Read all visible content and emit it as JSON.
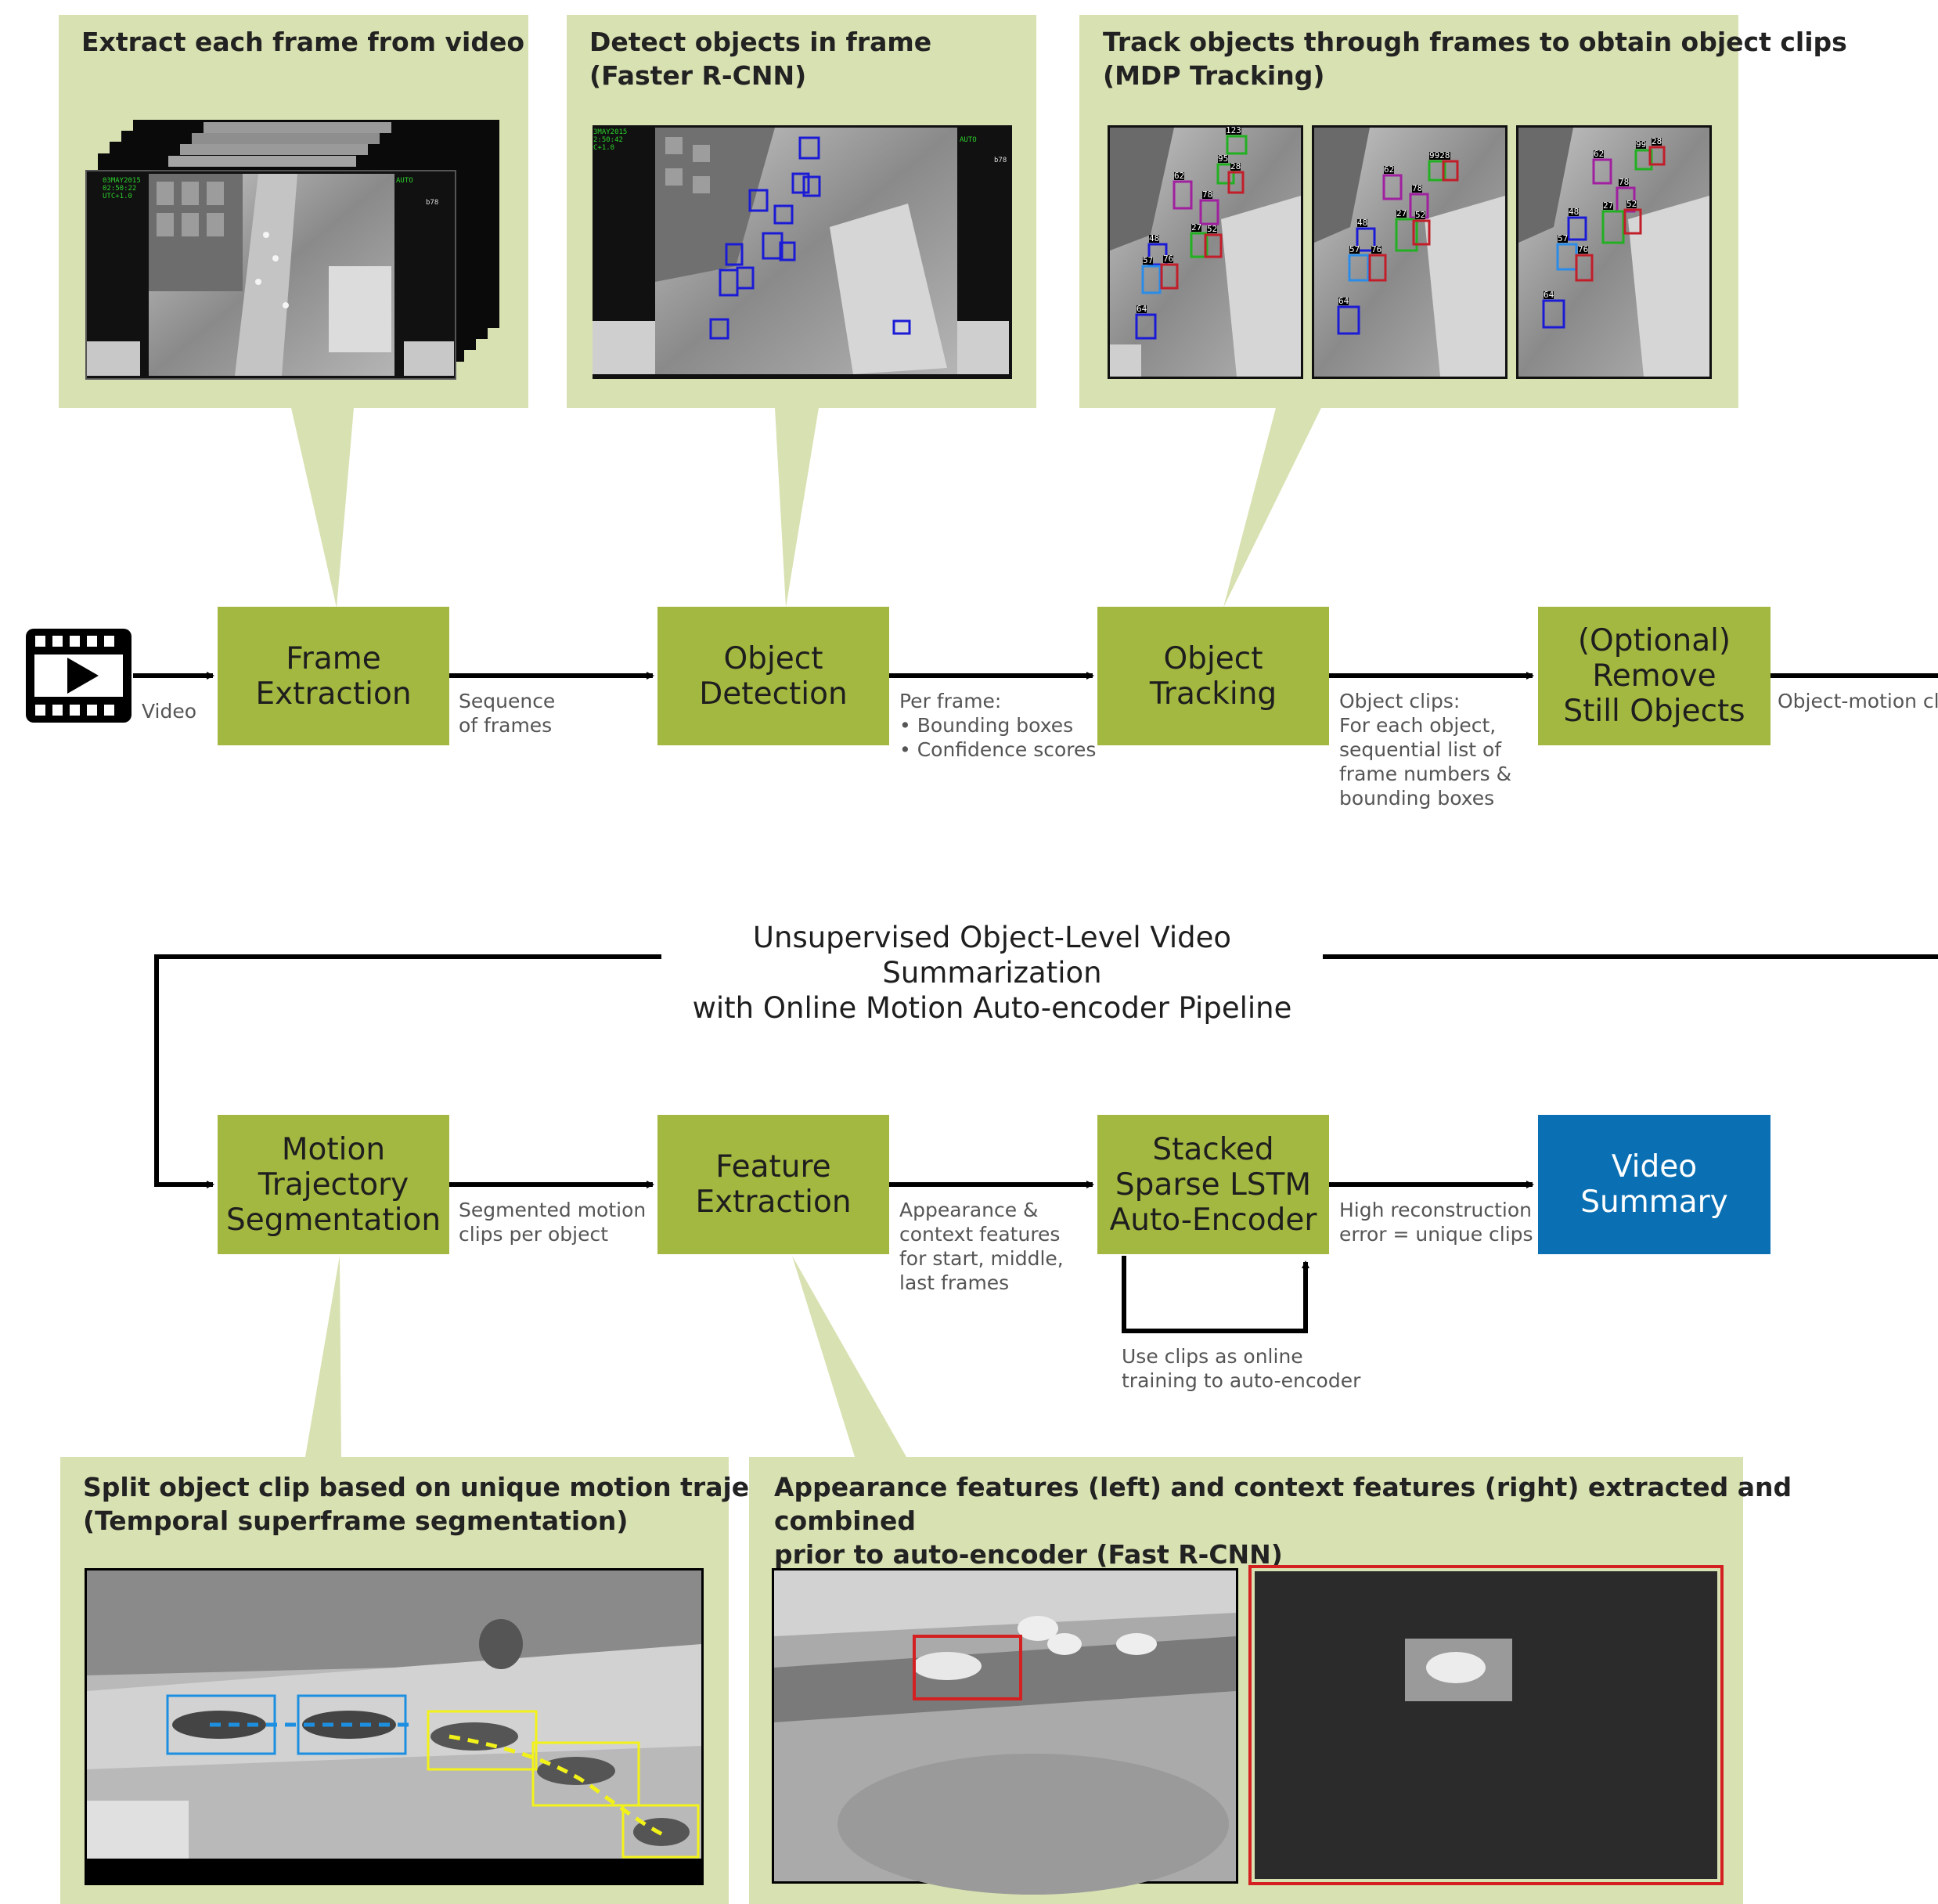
{
  "panels": {
    "extract": {
      "title": "Extract each frame from video"
    },
    "detect": {
      "title": "Detect objects in frame\n(Faster R-CNN)"
    },
    "track": {
      "title": "Track objects through frames to obtain object clips\n(MDP Tracking)"
    },
    "split": {
      "title": "Split object clip based on unique motion trajectories\n(Temporal superframe segmentation)"
    },
    "appearance": {
      "title": "Appearance features (left) and context features (right) extracted and combined\nprior to auto-encoder (Fast R-CNN)"
    }
  },
  "boxes": {
    "frame_extraction": "Frame\nExtraction",
    "object_detection": "Object\nDetection",
    "object_tracking": "Object\nTracking",
    "remove_still": "(Optional)\nRemove\nStill Objects",
    "motion_traj": "Motion\nTrajectory\nSegmentation",
    "feature_extraction": "Feature\nExtraction",
    "lstm": "Stacked\nSparse LSTM\nAuto-Encoder",
    "video_summary": "Video\nSummary"
  },
  "annotations": {
    "video": "Video",
    "seq_frames": "Sequence\nof frames",
    "per_frame": "Per frame:\n• Bounding boxes\n• Confidence scores",
    "object_clips": "Object clips:\nFor each object,\nsequential list of\nframe numbers &\nbounding boxes",
    "object_motion": "Object-motion clip",
    "segmented": "Segmented motion\nclips per object",
    "appearance_ctx": "Appearance &\ncontext features\nfor start, middle,\nlast frames",
    "high_recon": "High reconstruction\nerror = unique clips",
    "online_training": "Use clips as online\ntraining to auto-encoder"
  },
  "pipeline_title": "Unsupervised Object-Level Video Summarization\nwith Online Motion Auto-encoder Pipeline",
  "overlay": {
    "date_a": "03MAY2015",
    "date_b": "3MAY2015",
    "time": "02:50:22",
    "time_b": "2:50:42",
    "utc": "UTC+1.0",
    "utc_b": "C+1.0",
    "auto": "AUTO",
    "code": "b78"
  },
  "track_ids": {
    "frame1": [
      "123",
      "95",
      "28",
      "62",
      "78",
      "27",
      "52",
      "48",
      "57",
      "76",
      "64"
    ],
    "frame2": [
      "9928",
      "62",
      "78",
      "27",
      "52",
      "48",
      "57",
      "76",
      "64"
    ],
    "frame3": [
      "28",
      "99",
      "62",
      "78",
      "27",
      "52",
      "48",
      "57",
      "76",
      "64"
    ]
  },
  "colors": {
    "panel": "#d8e1b1",
    "box_green": "#a3b840",
    "box_blue": "#0a70b3",
    "det_box": "#1b1bd6",
    "traj_blue": "#1c8fe0",
    "traj_yellow": "#f2f21a",
    "roi_red": "#d42020"
  }
}
